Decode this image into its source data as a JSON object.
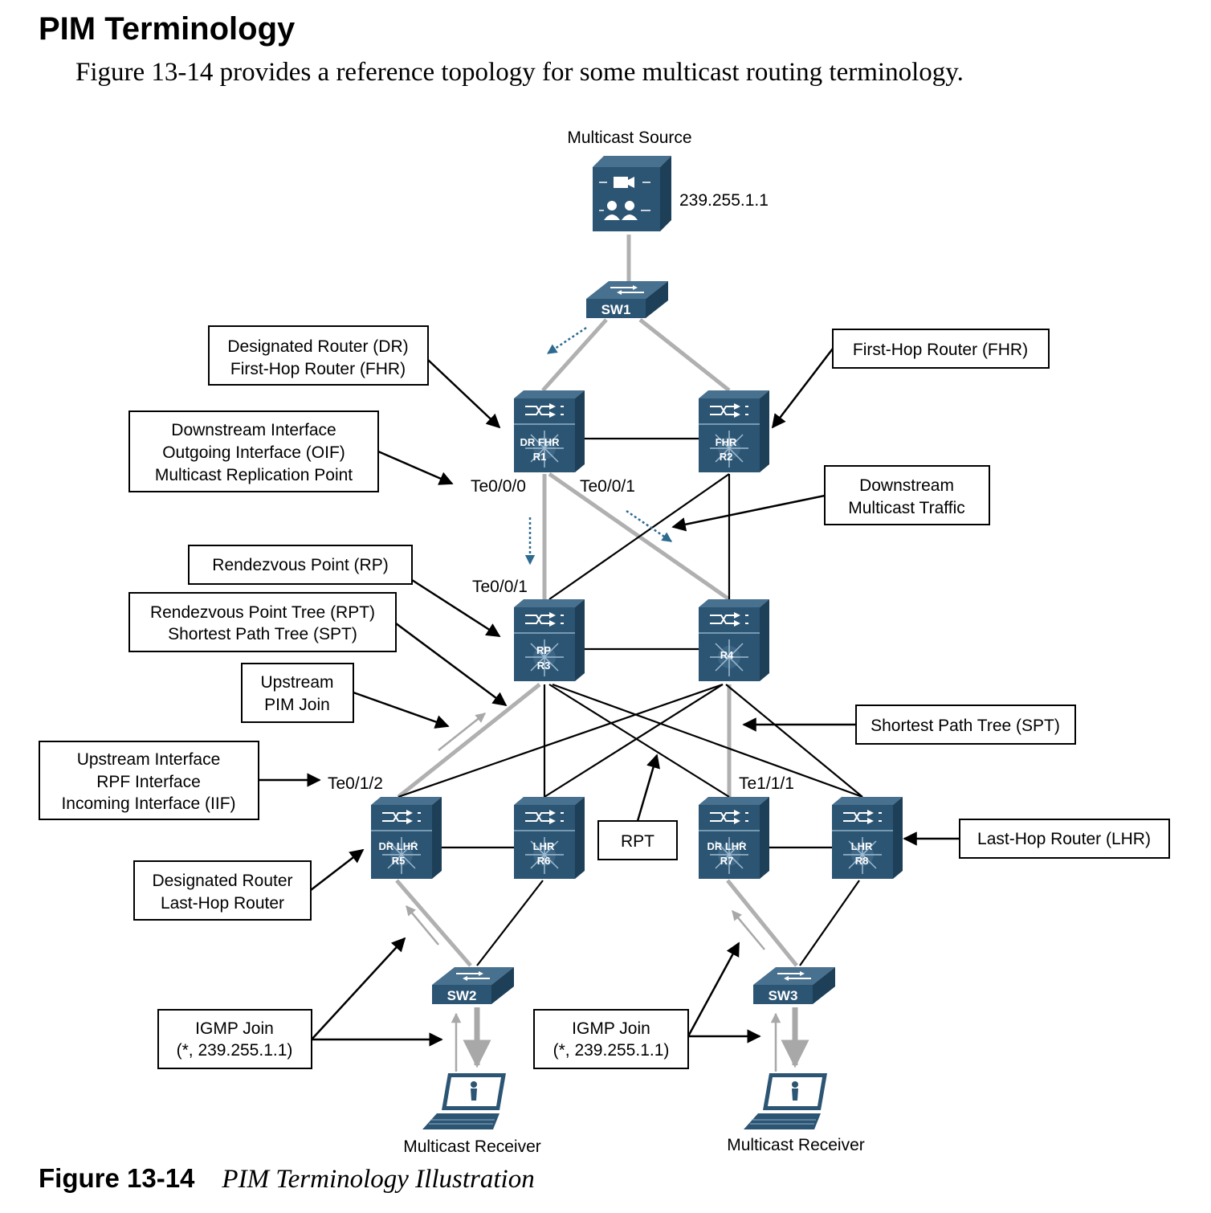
{
  "page": {
    "title": "PIM Terminology",
    "intro": "Figure 13-14 provides a reference topology for some multicast routing terminology.",
    "caption_number": "Figure 13-14",
    "caption_text": "PIM Terminology Illustration"
  },
  "diagram": {
    "source_label": "Multicast Source",
    "group_address": "239.255.1.1",
    "switches": {
      "sw1": "SW1",
      "sw2": "SW2",
      "sw3": "SW3"
    },
    "routers": {
      "r1": {
        "role": "DR FHR",
        "name": "R1"
      },
      "r2": {
        "role": "FHR",
        "name": "R2"
      },
      "r3": {
        "role": "RP",
        "name": "R3"
      },
      "r4": {
        "role": "",
        "name": "R4"
      },
      "r5": {
        "role": "DR LHR",
        "name": "R5"
      },
      "r6": {
        "role": "LHR",
        "name": "R6"
      },
      "r7": {
        "role": "DR LHR",
        "name": "R7"
      },
      "r8": {
        "role": "LHR",
        "name": "R8"
      }
    },
    "interfaces": {
      "r1_te000": "Te0/0/0",
      "r1_te001": "Te0/0/1",
      "r3_te001": "Te0/0/1",
      "r5_te012": "Te0/1/2",
      "r7_te111": "Te1/1/1"
    },
    "callouts": {
      "dr_fhr": [
        "Designated Router (DR)",
        "First-Hop Router (FHR)"
      ],
      "fhr": [
        "First-Hop Router (FHR)"
      ],
      "downstream_interface": [
        "Downstream Interface",
        "Outgoing Interface (OIF)",
        "Multicast Replication Point"
      ],
      "downstream_traffic": [
        "Downstream",
        "Multicast Traffic"
      ],
      "rp": [
        "Rendezvous Point (RP)"
      ],
      "rpt_spt": [
        "Rendezvous Point Tree (RPT)",
        "Shortest Path Tree (SPT)"
      ],
      "upstream_join": [
        "Upstream",
        "PIM Join"
      ],
      "spt": [
        "Shortest Path Tree (SPT)"
      ],
      "upstream_interface": [
        "Upstream Interface",
        "RPF Interface",
        "Incoming Interface (IIF)"
      ],
      "rpt": [
        "RPT"
      ],
      "lhr": [
        "Last-Hop Router (LHR)"
      ],
      "dr_lhr": [
        "Designated Router",
        "Last-Hop Router"
      ],
      "igmp_join_left": [
        "IGMP Join",
        "(*, 239.255.1.1)"
      ],
      "igmp_join_right": [
        "IGMP Join",
        "(*, 239.255.1.1)"
      ]
    },
    "receivers": {
      "left": "Multicast Receiver",
      "right": "Multicast Receiver"
    }
  },
  "colors": {
    "device": "#2c5573",
    "device_dark": "#1d3f57",
    "device_light": "#48708f",
    "multicast_path": "#b0b0b0",
    "flow_arrow": "#2e6a90"
  }
}
